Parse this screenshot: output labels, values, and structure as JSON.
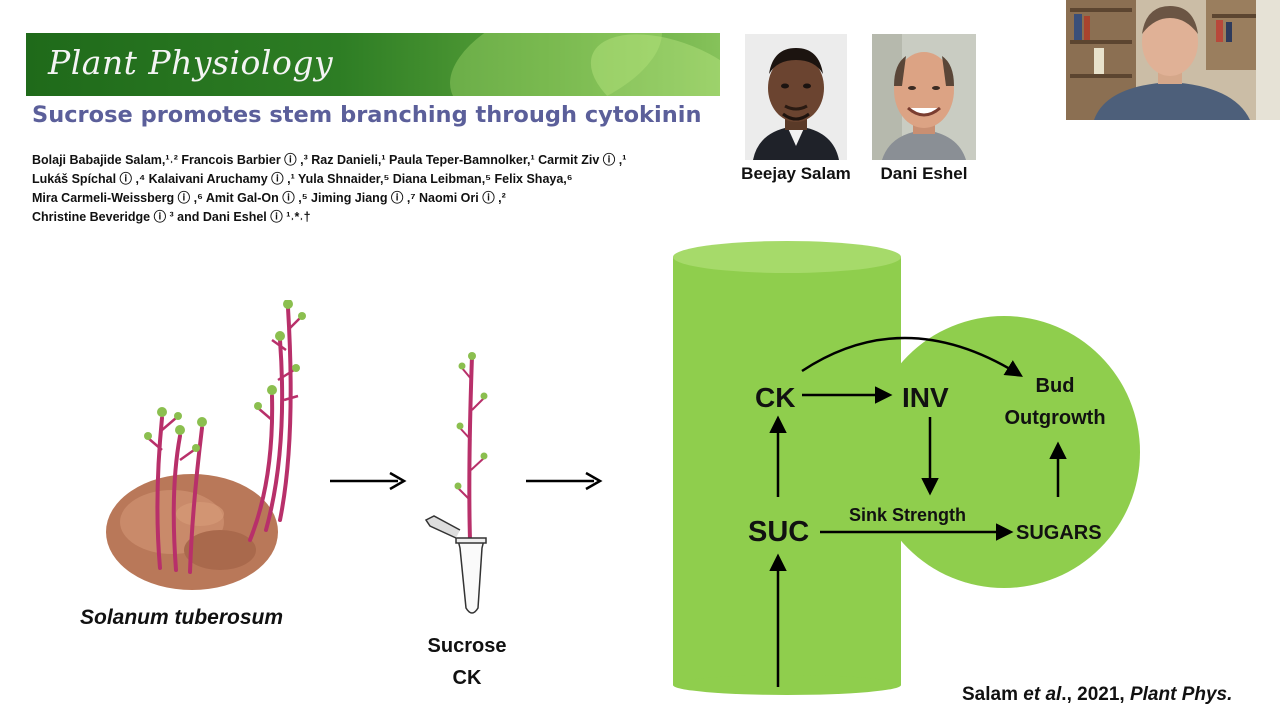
{
  "header": {
    "journal": "Plant Physiology",
    "title": "Sucrose promotes stem branching through cytokinin"
  },
  "authors": {
    "line1": "Bolaji Babajide Salam,¹˒² Francois Barbier ⓘ ,³ Raz Danieli,¹ Paula Teper-Bamnolker,¹ Carmit Ziv ⓘ ,¹",
    "line2": "Lukáš Spíchal ⓘ ,⁴ Kalaivani Aruchamy ⓘ ,¹ Yula Shnaider,⁵ Diana Leibman,⁵ Felix Shaya,⁶",
    "line3": "Mira Carmeli-Weissberg ⓘ ,⁶ Amit Gal-On ⓘ ,⁵ Jiming Jiang ⓘ ,⁷ Naomi Ori ⓘ ,²",
    "line4": "Christine Beveridge ⓘ ³ and Dani Eshel ⓘ ¹˒*˒†"
  },
  "people": [
    {
      "name": "Beejay Salam"
    },
    {
      "name": "Dani Eshel"
    }
  ],
  "illustration": {
    "species": "Solanum tuberosum",
    "tube_label_line1": "Sucrose",
    "tube_label_line2": "CK"
  },
  "model": {
    "ck": "CK",
    "inv": "INV",
    "suc": "SUC",
    "sugars": "SUGARS",
    "bud_line1": "Bud",
    "bud_line2": "Outgrowth",
    "sink": "Sink Strength"
  },
  "citation": {
    "author": "Salam",
    "etal": "et al",
    "rest": "., 2021, ",
    "journal": "Plant Phys."
  },
  "colors": {
    "green": "#8fce4d",
    "green_top": "#a6da6a",
    "title_purple": "#5b5f9a",
    "stem_pink": "#b8306a"
  }
}
